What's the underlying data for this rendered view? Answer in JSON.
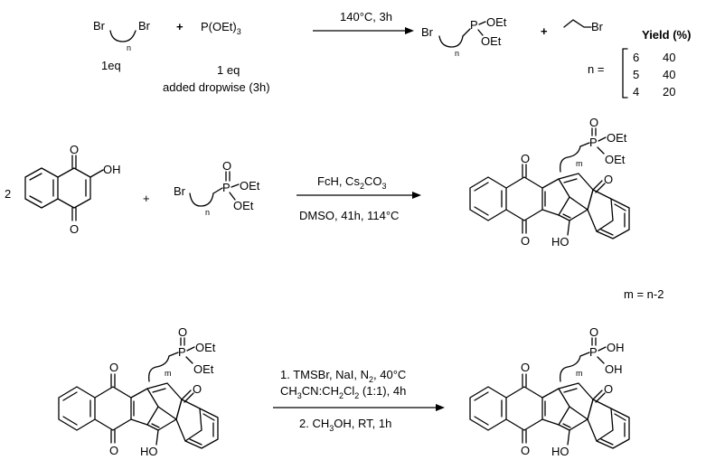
{
  "reaction1": {
    "reactant_a": {
      "left_atom": "Br",
      "right_atom": "Br",
      "subscript": "n",
      "label": "1eq"
    },
    "plus1": "+",
    "reactant_b": {
      "formula": "P(OEt)",
      "formula_sub": "3",
      "label_line1": "1 eq",
      "label_line2": "added dropwise (3h)"
    },
    "conditions": "140°C, 3h",
    "product": {
      "br": "Br",
      "subscript": "n",
      "p": "P",
      "oet1": "OEt",
      "oet2": "OEt"
    },
    "plus2": "+",
    "byproduct": {
      "br": "Br"
    },
    "yield_table": {
      "header": "Yield (%)",
      "n_label": "n =",
      "rows": [
        {
          "n": "6",
          "yield": "40"
        },
        {
          "n": "5",
          "yield": "40"
        },
        {
          "n": "4",
          "yield": "20"
        }
      ]
    }
  },
  "reaction2": {
    "coefficient": "2",
    "naphthoquinone": {
      "oh": "OH",
      "o_top": "O",
      "o_bottom": "O"
    },
    "plus": "+",
    "phosphonate": {
      "br": "Br",
      "subscript": "n",
      "p": "P",
      "o": "O",
      "oet1": "OEt",
      "oet2": "OEt"
    },
    "conditions_top_a": "FcH, Cs",
    "conditions_top_sub": "2",
    "conditions_top_b": "CO",
    "conditions_top_sub2": "3",
    "conditions_bottom": "DMSO, 41h, 114°C",
    "product": {
      "p": "P",
      "o": "O",
      "oet1": "OEt",
      "oet2": "OEt",
      "subscript": "m",
      "o1": "O",
      "o2": "O",
      "o3": "O",
      "ho": "HO"
    },
    "note": "m = n-2"
  },
  "reaction3": {
    "reactant": {
      "p": "P",
      "o": "O",
      "oet1": "OEt",
      "oet2": "OEt",
      "subscript": "m",
      "o1": "O",
      "o2": "O",
      "o3": "O",
      "ho": "HO"
    },
    "step1_line1": "1. TMSBr, NaI, N",
    "step1_line1_sub": "2",
    "step1_line1_end": ", 40°C",
    "step1_line2_parts": [
      "CH",
      "3",
      "CN:CH",
      "2",
      "Cl",
      "2",
      " (1:1), 4h"
    ],
    "step2": "2. CH",
    "step2_sub": "3",
    "step2_end": "OH, RT, 1h",
    "product": {
      "p": "P",
      "o": "O",
      "oh1": "OH",
      "oh2": "OH",
      "subscript": "m",
      "o1": "O",
      "o2": "O",
      "o3": "O",
      "ho": "HO"
    }
  }
}
